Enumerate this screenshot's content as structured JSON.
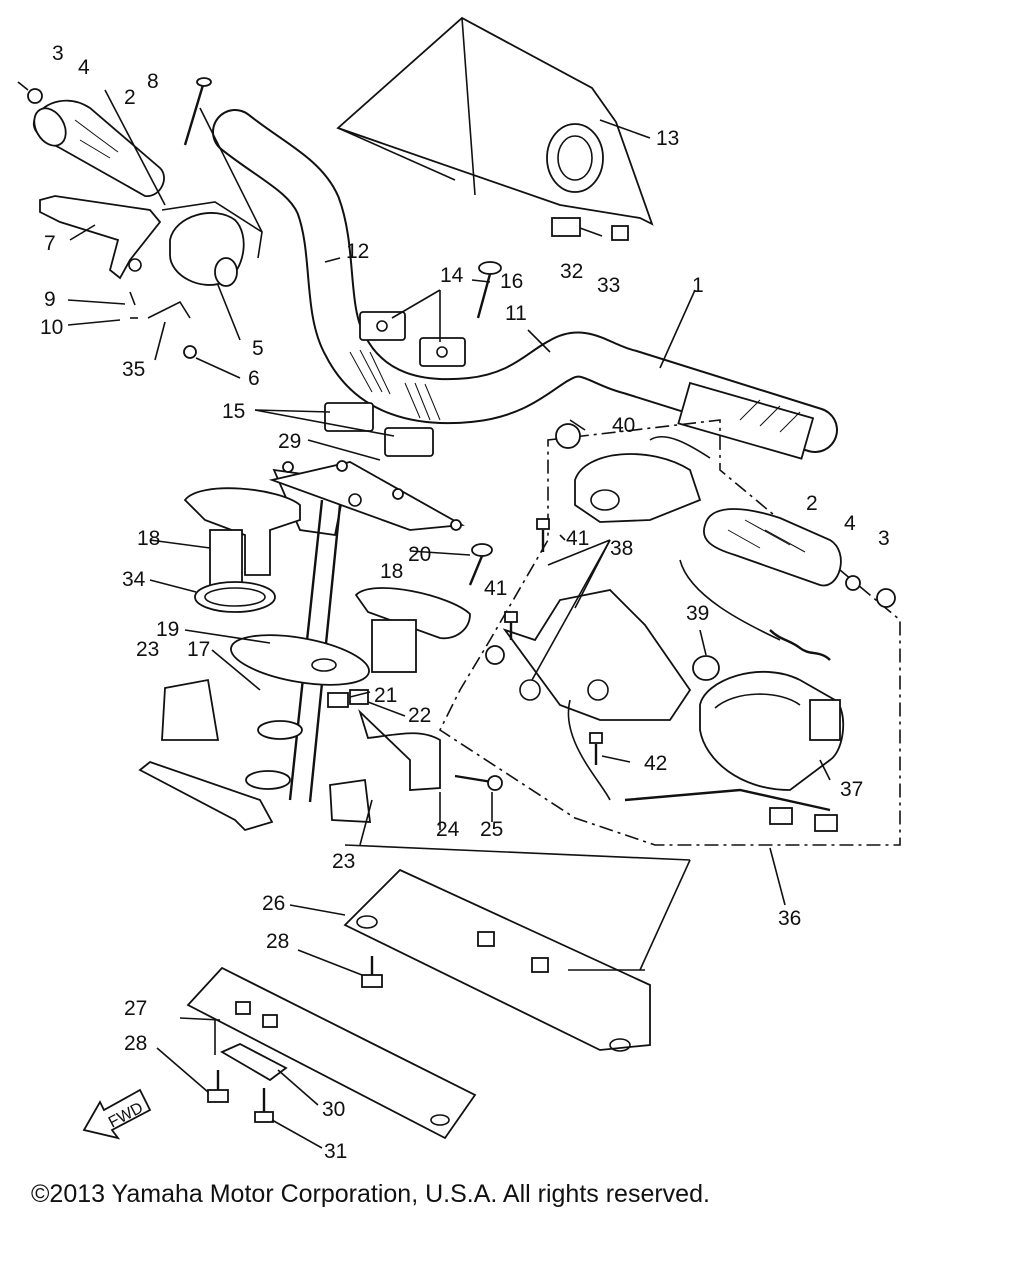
{
  "copyright": "©2013 Yamaha Motor Corporation, U.S.A. All rights reserved.",
  "fwd_arrow": "FWD",
  "parts": [
    {
      "id": "p1",
      "label": "1"
    },
    {
      "id": "p2a",
      "label": "2"
    },
    {
      "id": "p2b",
      "label": "2"
    },
    {
      "id": "p3a",
      "label": "3"
    },
    {
      "id": "p3b",
      "label": "3"
    },
    {
      "id": "p4a",
      "label": "4"
    },
    {
      "id": "p4b",
      "label": "4"
    },
    {
      "id": "p5",
      "label": "5"
    },
    {
      "id": "p6",
      "label": "6"
    },
    {
      "id": "p7",
      "label": "7"
    },
    {
      "id": "p8",
      "label": "8"
    },
    {
      "id": "p9",
      "label": "9"
    },
    {
      "id": "p10",
      "label": "10"
    },
    {
      "id": "p11",
      "label": "11"
    },
    {
      "id": "p12",
      "label": "12"
    },
    {
      "id": "p13",
      "label": "13"
    },
    {
      "id": "p14",
      "label": "14"
    },
    {
      "id": "p15",
      "label": "15"
    },
    {
      "id": "p16",
      "label": "16"
    },
    {
      "id": "p17",
      "label": "17"
    },
    {
      "id": "p18a",
      "label": "18"
    },
    {
      "id": "p18b",
      "label": "18"
    },
    {
      "id": "p19",
      "label": "19"
    },
    {
      "id": "p20",
      "label": "20"
    },
    {
      "id": "p21",
      "label": "21"
    },
    {
      "id": "p22",
      "label": "22"
    },
    {
      "id": "p23a",
      "label": "23"
    },
    {
      "id": "p23b",
      "label": "23"
    },
    {
      "id": "p24",
      "label": "24"
    },
    {
      "id": "p25",
      "label": "25"
    },
    {
      "id": "p26",
      "label": "26"
    },
    {
      "id": "p27",
      "label": "27"
    },
    {
      "id": "p28a",
      "label": "28"
    },
    {
      "id": "p28b",
      "label": "28"
    },
    {
      "id": "p29",
      "label": "29"
    },
    {
      "id": "p30",
      "label": "30"
    },
    {
      "id": "p31",
      "label": "31"
    },
    {
      "id": "p32",
      "label": "32"
    },
    {
      "id": "p33",
      "label": "33"
    },
    {
      "id": "p34",
      "label": "34"
    },
    {
      "id": "p35",
      "label": "35"
    },
    {
      "id": "p36",
      "label": "36"
    },
    {
      "id": "p37",
      "label": "37"
    },
    {
      "id": "p38",
      "label": "38"
    },
    {
      "id": "p39",
      "label": "39"
    },
    {
      "id": "p40",
      "label": "40"
    },
    {
      "id": "p41a",
      "label": "41"
    },
    {
      "id": "p41b",
      "label": "41"
    },
    {
      "id": "p42",
      "label": "42"
    }
  ]
}
